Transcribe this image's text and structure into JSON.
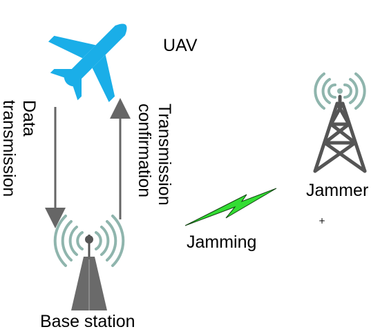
{
  "labels": {
    "uav": "UAV",
    "jammer": "Jammer",
    "jamming": "Jamming",
    "base_station": "Base station",
    "data_transmission_line1": "Data",
    "data_transmission_line2": "transmission",
    "transmission_confirmation_line1": "Transmission",
    "transmission_confirmation_line2": "confirmation",
    "plus": "+"
  },
  "icons": {
    "uav": "airplane-icon",
    "base_station": "radio-tower-icon",
    "jammer": "transmission-tower-icon",
    "jamming": "lightning-icon"
  },
  "colors": {
    "uav": "#1aaee8",
    "signal_waves": "#8fb5ad",
    "tower_gray": "#666666",
    "jammer_tower": "#555555",
    "arrow": "#666666",
    "lightning": "#33dd33",
    "lightning_edge": "#114411"
  }
}
